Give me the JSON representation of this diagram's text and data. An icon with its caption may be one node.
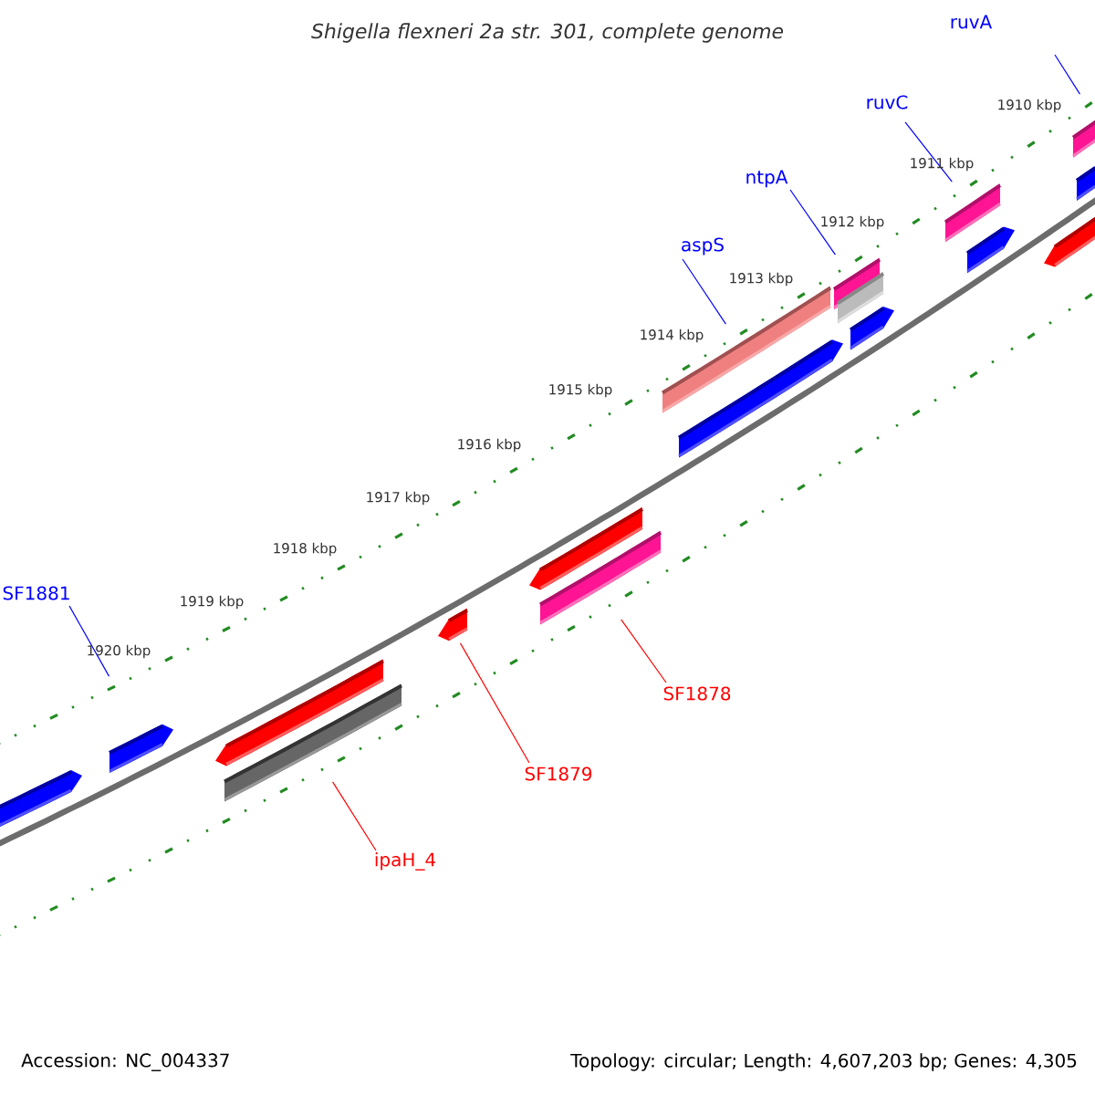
{
  "diagram": {
    "title": "Shigella flexneri 2a str. 301, complete genome",
    "nodes": [
      {
        "text": [
          "ruvA"
        ]
      },
      {
        "text": [
          "ruvC"
        ]
      },
      {
        "text": [
          "ntpA"
        ]
      },
      {
        "text": [
          "aspS"
        ]
      },
      {
        "text": [
          "SF1881"
        ]
      },
      {
        "text": [
          "SF1878"
        ]
      },
      {
        "text": [
          "SF1879"
        ]
      },
      {
        "text": [
          "ipaH_4"
        ]
      },
      {
        "text": [],
        "shape": "bar"
      },
      {
        "text": [],
        "shape": "bar"
      },
      {
        "text": [],
        "shape": "bar"
      },
      {
        "text": [],
        "shape": "bar"
      },
      {
        "text": [],
        "shape": "bar"
      },
      {
        "text": [],
        "shape": "bar"
      },
      {
        "text": [],
        "shape": "bar"
      },
      {
        "text": [],
        "shape": "bar"
      },
      {
        "text": [],
        "shape": "bar"
      },
      {
        "text": [],
        "shape": "bar"
      },
      {
        "text": [],
        "shape": "bar"
      },
      {
        "text": [],
        "shape": "bar"
      },
      {
        "text": [],
        "shape": "bar"
      },
      {
        "text": [],
        "shape": "bar"
      },
      {
        "text": [],
        "shape": "bar"
      },
      {
        "text": [],
        "shape": "bar"
      },
      {
        "text": [],
        "shape": "bar"
      }
    ],
    "edges": [
      {
        "from": 0,
        "to": 8,
        "arrow": "none"
      },
      {
        "from": 1,
        "to": 9,
        "arrow": "none"
      },
      {
        "from": 2,
        "to": 10,
        "arrow": "none"
      },
      {
        "from": 3,
        "to": 11,
        "arrow": "none"
      },
      {
        "from": 4,
        "to": 12,
        "arrow": "none"
      },
      {
        "from": 5,
        "to": 13,
        "arrow": "none",
        "color": "#ff0000"
      },
      {
        "from": 6,
        "to": 14,
        "arrow": "none",
        "color": "#ff0000"
      },
      {
        "from": 7,
        "to": 15,
        "arrow": "none",
        "color": "#ff0000"
      }
    ],
    "labels": [
      "1910 kbp",
      "1911 kbp",
      "1912 kbp",
      "1913 kbp",
      "1914 kbp",
      "1915 kbp",
      "1916 kbp",
      "1917 kbp",
      "1918 kbp",
      "1919 kbp",
      "1920 kbp",
      "Accession: NC_004337",
      "Topology: circular; Length: 4,607,203 bp; Genes: 4,305"
    ]
  }
}
